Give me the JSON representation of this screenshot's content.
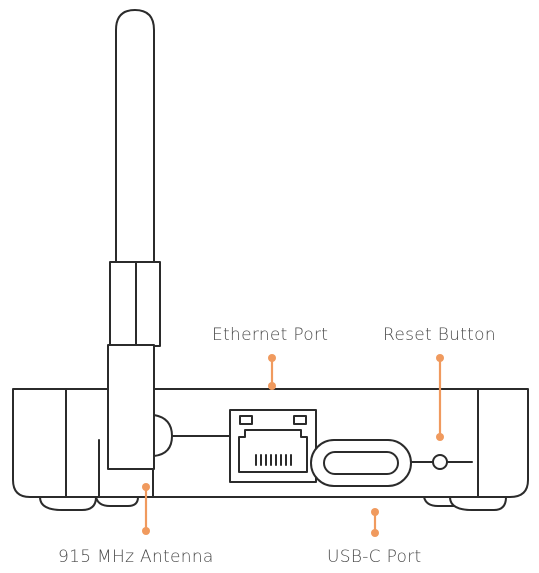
{
  "labels": {
    "ethernet": "Ethernet Port",
    "reset": "Reset Button",
    "antenna": "915 MHz Antenna",
    "usbc": "USB-C Port"
  },
  "colors": {
    "outline": "#2b2b2b",
    "callout": "#f09a5e",
    "label_text": "#4a4a4a"
  }
}
